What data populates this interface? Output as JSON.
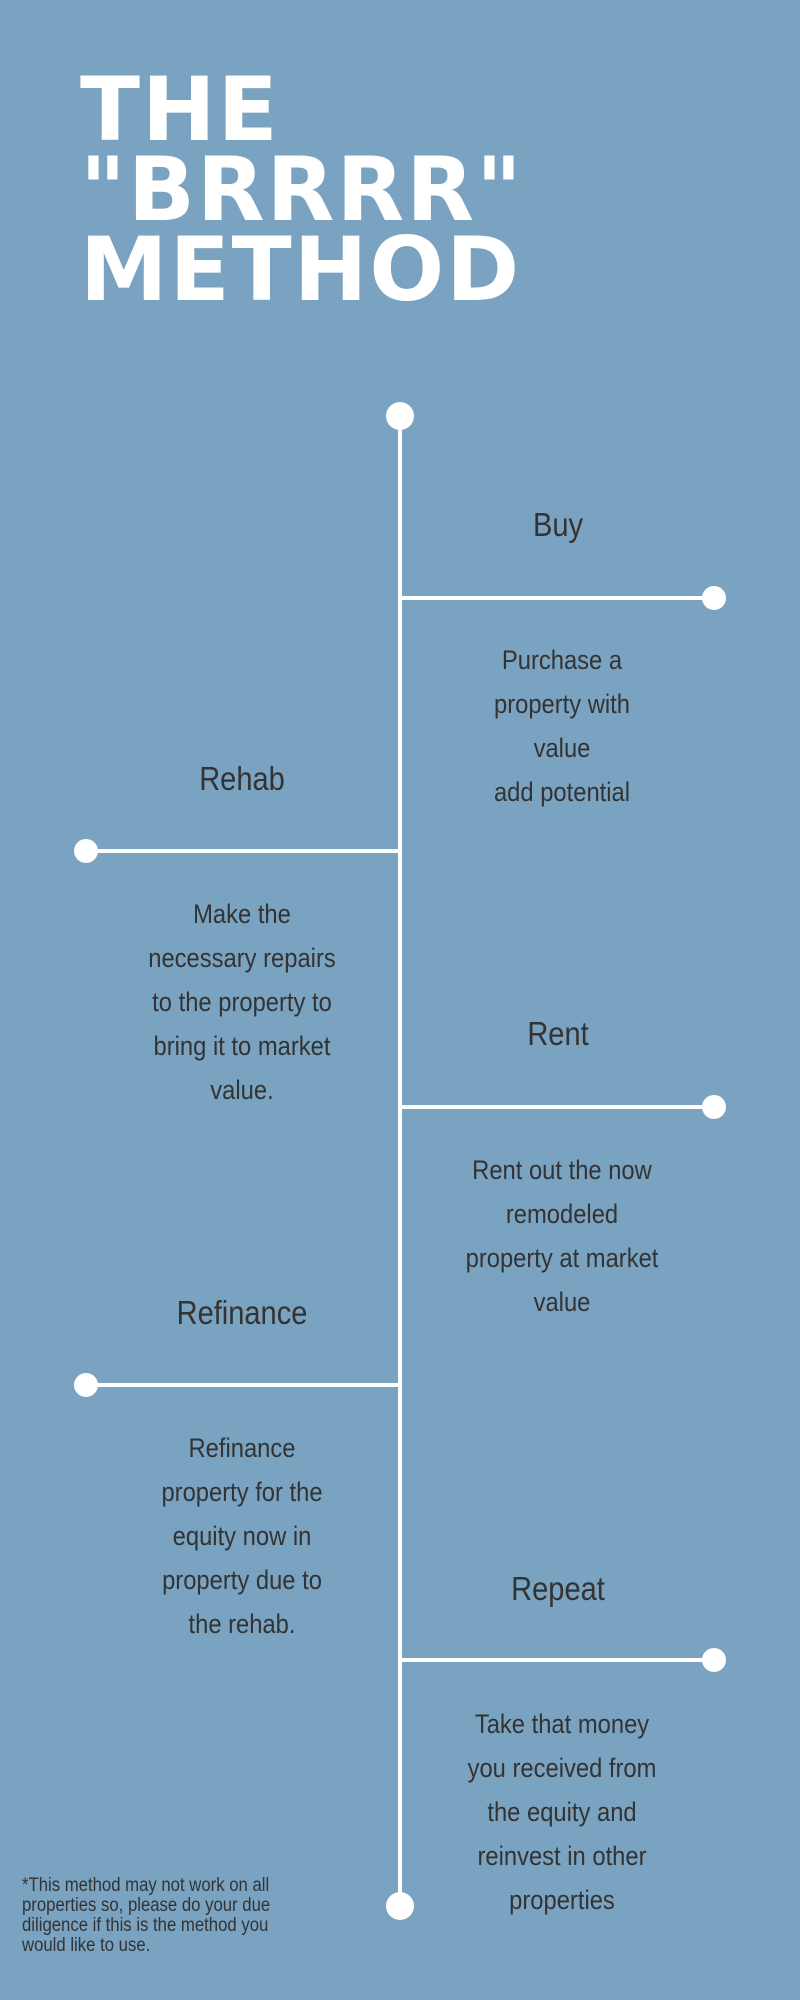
{
  "title": {
    "line1": "THE",
    "line2": "\"BRRRR\"",
    "line3": "METHOD"
  },
  "steps": [
    {
      "heading": "Buy",
      "description": "Purchase a\nproperty with\nvalue\nadd potential"
    },
    {
      "heading": "Rehab",
      "description": "Make the\nnecessary repairs\nto the property to\nbring it to market\nvalue."
    },
    {
      "heading": "Rent",
      "description": "Rent out the now\nremodeled\nproperty at market\nvalue"
    },
    {
      "heading": "Refinance",
      "description": "Refinance\nproperty for the\nequity now in\nproperty due to\nthe rehab."
    },
    {
      "heading": "Repeat",
      "description": "Take that money\nyou received from\nthe equity and\nreinvest in other\nproperties"
    }
  ],
  "footnote": "*This method may not work on all\nproperties so, please do your due\ndiligence if this is the method you\nwould like to use.",
  "colors": {
    "background": "#7aa3c1",
    "title": "#ffffff",
    "text": "#333333",
    "lines": "#ffffff"
  }
}
